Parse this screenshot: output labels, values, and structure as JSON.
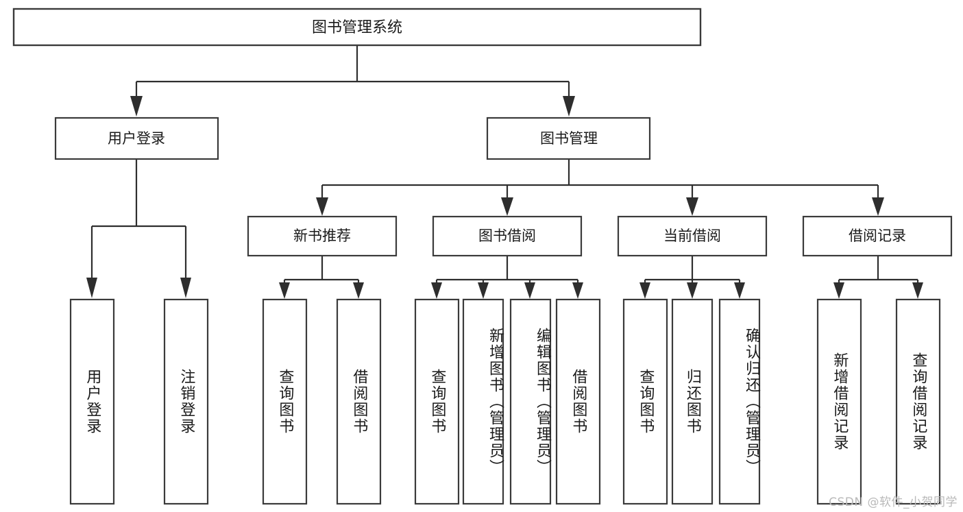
{
  "diagram": {
    "title": "图书管理系统",
    "type": "tree-hierarchy-diagram",
    "root": {
      "id": "root",
      "label": "图书管理系统",
      "orientation": "horizontal"
    },
    "level2": [
      {
        "id": "user-login",
        "label": "用户登录",
        "orientation": "horizontal"
      },
      {
        "id": "book-manage",
        "label": "图书管理",
        "orientation": "horizontal"
      }
    ],
    "level3": [
      {
        "id": "new-book-recommend",
        "label": "新书推荐",
        "orientation": "horizontal"
      },
      {
        "id": "book-borrow",
        "label": "图书借阅",
        "orientation": "horizontal"
      },
      {
        "id": "current-borrow",
        "label": "当前借阅",
        "orientation": "horizontal"
      },
      {
        "id": "borrow-record",
        "label": "借阅记录",
        "orientation": "horizontal"
      }
    ],
    "leaves": [
      {
        "id": "leaf-user-login",
        "label": "用户登录",
        "parent": "user-login",
        "orientation": "vertical"
      },
      {
        "id": "leaf-user-logout",
        "label": "注销登录",
        "parent": "user-login",
        "orientation": "vertical"
      },
      {
        "id": "leaf-query-book-1",
        "label": "查询图书",
        "parent": "new-book-recommend",
        "orientation": "vertical"
      },
      {
        "id": "leaf-borrow-book-1",
        "label": "借阅图书",
        "parent": "new-book-recommend",
        "orientation": "vertical"
      },
      {
        "id": "leaf-query-book-2",
        "label": "查询图书",
        "parent": "book-borrow",
        "orientation": "vertical"
      },
      {
        "id": "leaf-add-book",
        "label": "新增图书（管理员）",
        "parent": "book-borrow",
        "orientation": "vertical"
      },
      {
        "id": "leaf-edit-book",
        "label": "编辑图书（管理员）",
        "parent": "book-borrow",
        "orientation": "vertical"
      },
      {
        "id": "leaf-borrow-book-2",
        "label": "借阅图书",
        "parent": "book-borrow",
        "orientation": "vertical"
      },
      {
        "id": "leaf-query-book-3",
        "label": "查询图书",
        "parent": "current-borrow",
        "orientation": "vertical"
      },
      {
        "id": "leaf-return-book",
        "label": "归还图书",
        "parent": "current-borrow",
        "orientation": "vertical"
      },
      {
        "id": "leaf-confirm-return",
        "label": "确认归还（管理员）",
        "parent": "current-borrow",
        "orientation": "vertical"
      },
      {
        "id": "leaf-add-record",
        "label": "新增借阅记录",
        "parent": "borrow-record",
        "orientation": "vertical"
      },
      {
        "id": "leaf-query-record",
        "label": "查询借阅记录",
        "parent": "borrow-record",
        "orientation": "vertical"
      }
    ],
    "watermark": "CSDN @软件_小贺同学",
    "colors": {
      "background": "#ffffff",
      "node_fill": "#ffffff",
      "node_stroke": "#3a3a3a",
      "connector": "#2e2e2e",
      "text": "#1a1a1a",
      "watermark": "#b9b9b9"
    }
  }
}
